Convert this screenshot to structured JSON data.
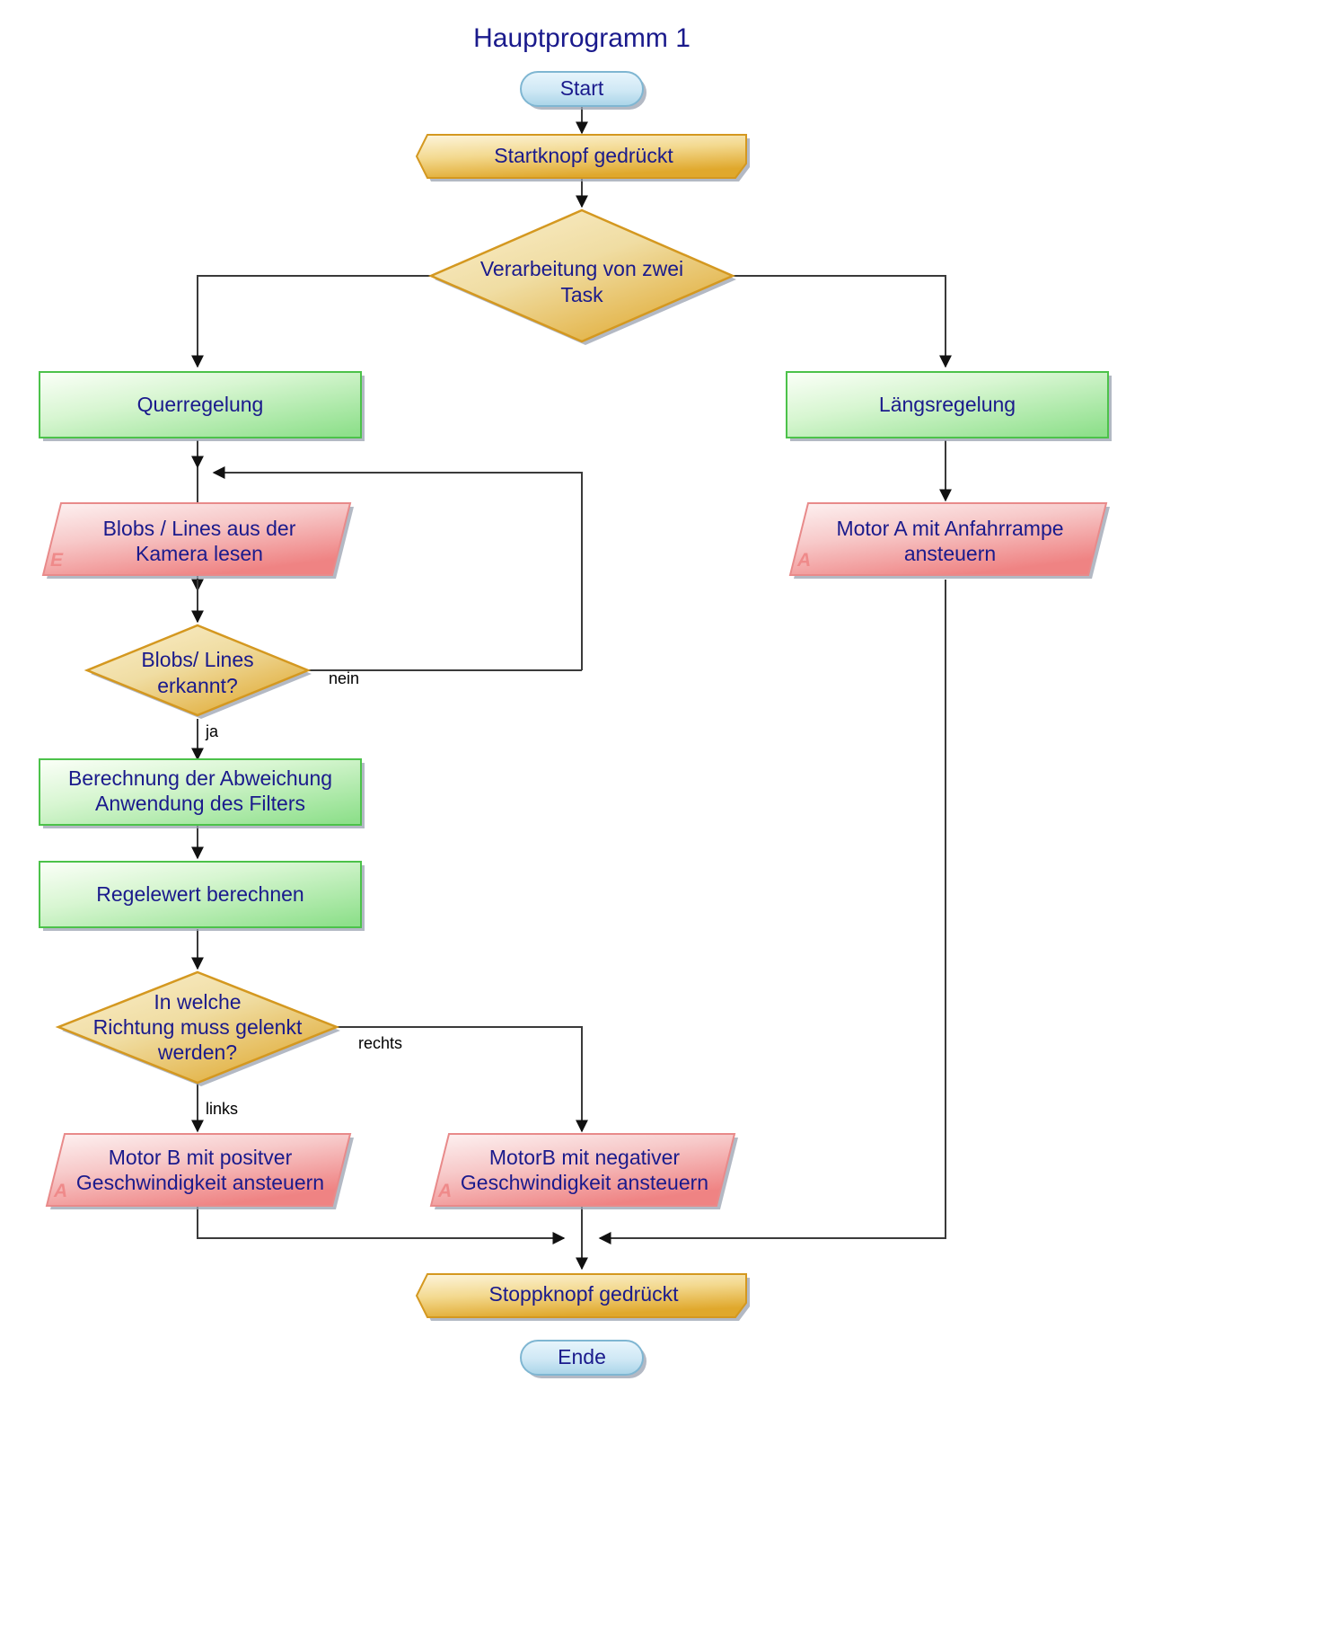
{
  "diagram": {
    "title": "Hauptprogramm 1",
    "type": "flowchart",
    "language": "de",
    "colors": {
      "text": "#1a1a8c",
      "terminator_fill_light": "#dff0fa",
      "terminator_fill_dark": "#a9d4e8",
      "terminator_stroke": "#7fb6d2",
      "event_fill_light": "#fcf0cf",
      "event_fill_dark": "#e3ae35",
      "event_stroke": "#d49820",
      "decision_fill_light": "#f7e9c2",
      "decision_fill_dark": "#dfa72c",
      "decision_stroke": "#d49820",
      "process_fill_light": "#f2fcef",
      "process_fill_dark": "#8fe08c",
      "process_stroke": "#4cc24a",
      "io_fill_light": "#fdf0f0",
      "io_fill_dark": "#ef8383",
      "io_stroke": "#e88a8a",
      "connector": "#3a3a3a",
      "io_marker": "#ef8a8a",
      "edge_label": "#000000"
    },
    "nodes": [
      {
        "id": "start",
        "shape": "terminator",
        "label": "Start"
      },
      {
        "id": "startknopf",
        "shape": "event",
        "label": "Startknopf gedrückt"
      },
      {
        "id": "verarbeitung",
        "shape": "decision",
        "label_line1": "Verarbeitung von zwei",
        "label_line2": "Task"
      },
      {
        "id": "querregelung",
        "shape": "process",
        "label": "Querregelung"
      },
      {
        "id": "laengsregelung",
        "shape": "process",
        "label": "Längsregelung"
      },
      {
        "id": "blobslesen",
        "shape": "io",
        "label_line1": "Blobs / Lines aus der",
        "label_line2": "Kamera lesen",
        "marker": "E"
      },
      {
        "id": "motora",
        "shape": "io",
        "label_line1": "Motor A mit Anfahrrampe",
        "label_line2": "ansteuern",
        "marker": "A"
      },
      {
        "id": "blobserkannt",
        "shape": "decision",
        "label_line1": "Blobs/ Lines",
        "label_line2": "erkannt?"
      },
      {
        "id": "berechnung",
        "shape": "process",
        "label_line1": "Berechnung der Abweichung",
        "label_line2": "Anwendung des Filters"
      },
      {
        "id": "regelewert",
        "shape": "process",
        "label": "Regelewert berechnen"
      },
      {
        "id": "richtung",
        "shape": "decision",
        "label_line1": "In welche",
        "label_line2": "Richtung muss gelenkt",
        "label_line3": "werden?"
      },
      {
        "id": "motorbpos",
        "shape": "io",
        "label_line1": "Motor B mit positver",
        "label_line2": "Geschwindigkeit ansteuern",
        "marker": "A"
      },
      {
        "id": "motorbneg",
        "shape": "io",
        "label_line1": "MotorB mit negativer",
        "label_line2": "Geschwindigkeit ansteuern",
        "marker": "A"
      },
      {
        "id": "stoppknopf",
        "shape": "event",
        "label": "Stoppknopf gedrückt"
      },
      {
        "id": "ende",
        "shape": "terminator",
        "label": "Ende"
      }
    ],
    "edge_labels": {
      "nein": "nein",
      "ja": "ja",
      "rechts": "rechts",
      "links": "links"
    }
  }
}
